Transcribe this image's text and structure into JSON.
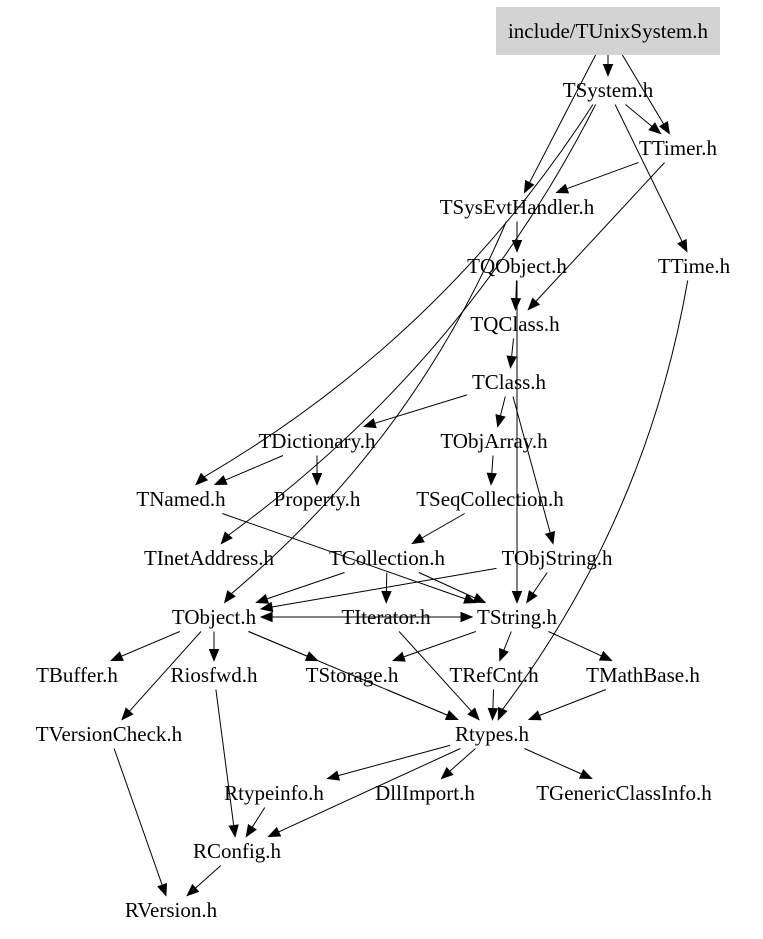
{
  "diagram": {
    "root_fill": "#d3d3d3",
    "edge_color": "#000000",
    "nodes": [
      {
        "id": "tunixsystem",
        "label": "include/TUnixSystem.h",
        "root": true
      },
      {
        "id": "tsystem",
        "label": "TSystem.h"
      },
      {
        "id": "ttimer",
        "label": "TTimer.h"
      },
      {
        "id": "tsysevthandler",
        "label": "TSysEvtHandler.h"
      },
      {
        "id": "tqobject",
        "label": "TQObject.h"
      },
      {
        "id": "ttime",
        "label": "TTime.h"
      },
      {
        "id": "tqclass",
        "label": "TQClass.h"
      },
      {
        "id": "tclass",
        "label": "TClass.h"
      },
      {
        "id": "tdictionary",
        "label": "TDictionary.h"
      },
      {
        "id": "tobjarray",
        "label": "TObjArray.h"
      },
      {
        "id": "tnamed",
        "label": "TNamed.h"
      },
      {
        "id": "property",
        "label": "Property.h"
      },
      {
        "id": "tseqcollection",
        "label": "TSeqCollection.h"
      },
      {
        "id": "tinetaddress",
        "label": "TInetAddress.h"
      },
      {
        "id": "tcollection",
        "label": "TCollection.h"
      },
      {
        "id": "tobjstring",
        "label": "TObjString.h"
      },
      {
        "id": "tobject",
        "label": "TObject.h"
      },
      {
        "id": "titerator",
        "label": "TIterator.h"
      },
      {
        "id": "tstring",
        "label": "TString.h"
      },
      {
        "id": "tbuffer",
        "label": "TBuffer.h"
      },
      {
        "id": "riosfwd",
        "label": "Riosfwd.h"
      },
      {
        "id": "tstorage",
        "label": "TStorage.h"
      },
      {
        "id": "trefcnt",
        "label": "TRefCnt.h"
      },
      {
        "id": "tmathbase",
        "label": "TMathBase.h"
      },
      {
        "id": "tversioncheck",
        "label": "TVersionCheck.h"
      },
      {
        "id": "rtypes",
        "label": "Rtypes.h"
      },
      {
        "id": "rtypeinfo",
        "label": "Rtypeinfo.h"
      },
      {
        "id": "dllimport",
        "label": "DllImport.h"
      },
      {
        "id": "tgenericclassinfo",
        "label": "TGenericClassInfo.h"
      },
      {
        "id": "rconfig",
        "label": "RConfig.h"
      },
      {
        "id": "rversion",
        "label": "RVersion.h"
      }
    ],
    "edges": [
      {
        "from": "tunixsystem",
        "to": "tsystem"
      },
      {
        "from": "tunixsystem",
        "to": "ttimer"
      },
      {
        "from": "tunixsystem",
        "to": "tsysevthandler"
      },
      {
        "from": "tsystem",
        "to": "ttimer"
      },
      {
        "from": "tsystem",
        "to": "tnamed"
      },
      {
        "from": "tsystem",
        "to": "tinetaddress"
      },
      {
        "from": "tsystem",
        "to": "ttime"
      },
      {
        "from": "ttimer",
        "to": "tsysevthandler"
      },
      {
        "from": "ttimer",
        "to": "tqclass"
      },
      {
        "from": "tsysevthandler",
        "to": "tqobject"
      },
      {
        "from": "tsysevthandler",
        "to": "tobject"
      },
      {
        "from": "tqobject",
        "to": "tqclass"
      },
      {
        "from": "tqobject",
        "to": "tstring"
      },
      {
        "from": "ttime",
        "to": "rtypes"
      },
      {
        "from": "tqclass",
        "to": "tclass"
      },
      {
        "from": "tclass",
        "to": "tdictionary"
      },
      {
        "from": "tclass",
        "to": "tobjarray"
      },
      {
        "from": "tclass",
        "to": "tobjstring"
      },
      {
        "from": "tdictionary",
        "to": "tnamed"
      },
      {
        "from": "tdictionary",
        "to": "property"
      },
      {
        "from": "tobjarray",
        "to": "tseqcollection"
      },
      {
        "from": "tnamed",
        "to": "tstring"
      },
      {
        "from": "tseqcollection",
        "to": "tcollection"
      },
      {
        "from": "tcollection",
        "to": "tobject"
      },
      {
        "from": "tcollection",
        "to": "titerator"
      },
      {
        "from": "tcollection",
        "to": "tstring"
      },
      {
        "from": "tobjstring",
        "to": "tobject"
      },
      {
        "from": "tobjstring",
        "to": "tstring"
      },
      {
        "from": "tobject",
        "to": "tstring"
      },
      {
        "from": "tobject",
        "to": "tbuffer"
      },
      {
        "from": "tobject",
        "to": "riosfwd"
      },
      {
        "from": "tobject",
        "to": "tstorage"
      },
      {
        "from": "tobject",
        "to": "rtypes"
      },
      {
        "from": "tobject",
        "to": "tversioncheck"
      },
      {
        "from": "titerator",
        "to": "rtypes"
      },
      {
        "from": "tstring",
        "to": "tobject"
      },
      {
        "from": "tstring",
        "to": "tstorage"
      },
      {
        "from": "tstring",
        "to": "trefcnt"
      },
      {
        "from": "tstring",
        "to": "tmathbase"
      },
      {
        "from": "tstorage",
        "to": "rtypes"
      },
      {
        "from": "trefcnt",
        "to": "rtypes"
      },
      {
        "from": "tmathbase",
        "to": "rtypes"
      },
      {
        "from": "riosfwd",
        "to": "rconfig"
      },
      {
        "from": "tversioncheck",
        "to": "rversion"
      },
      {
        "from": "rtypes",
        "to": "rtypeinfo"
      },
      {
        "from": "rtypes",
        "to": "dllimport"
      },
      {
        "from": "rtypes",
        "to": "tgenericclassinfo"
      },
      {
        "from": "rtypes",
        "to": "rconfig"
      },
      {
        "from": "rtypeinfo",
        "to": "rconfig"
      },
      {
        "from": "rconfig",
        "to": "rversion"
      }
    ]
  }
}
